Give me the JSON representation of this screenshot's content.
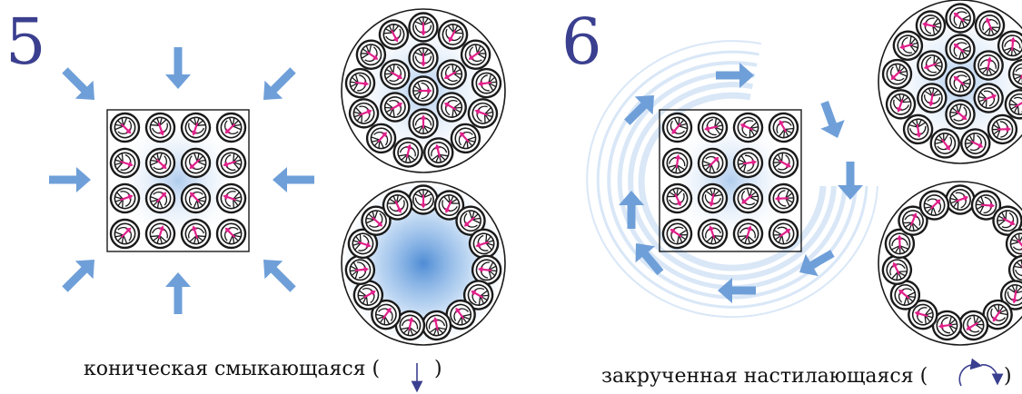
{
  "panels": [
    {
      "number": "5",
      "caption": "коническая смыкающаяся (",
      "caption_close": ")",
      "caption_icon": "down-arrow-icon",
      "layout": "converging"
    },
    {
      "number": "6",
      "caption": "закрученная настилающаяся (",
      "caption_close": ")",
      "caption_icon": "swirl-arrows-icon",
      "layout": "swirling"
    }
  ],
  "colors": {
    "arrow": "#6f9fd8",
    "glow": "#4a86cf",
    "pointer": "#e0218a",
    "outline": "#1a1a1a",
    "number": "#3a3f8f",
    "caption_arrow": "#3a3f8f"
  },
  "icons": {
    "unit": "cable-bundle-icon",
    "arrow": "block-arrow-icon"
  }
}
